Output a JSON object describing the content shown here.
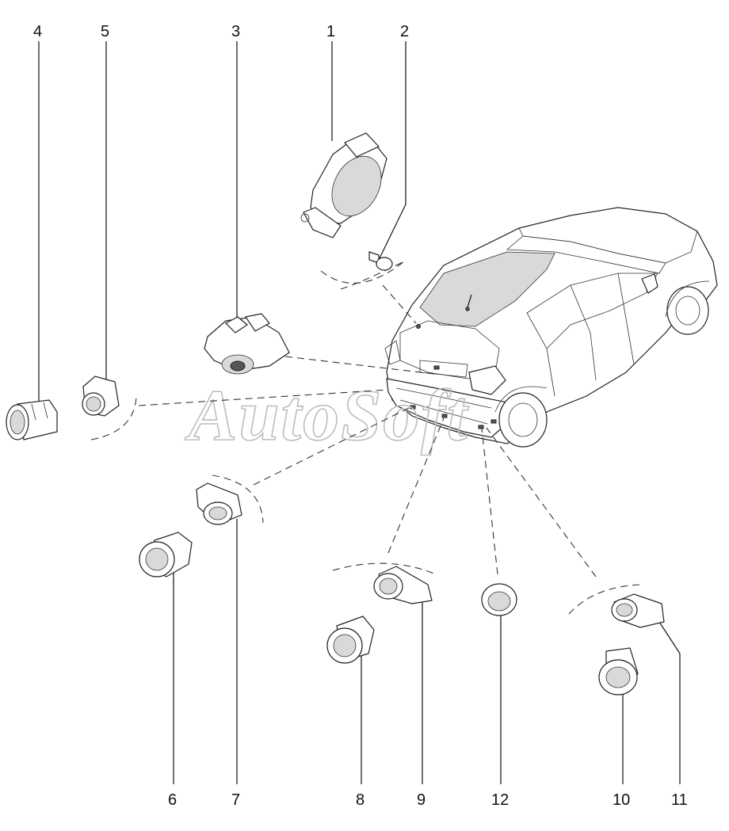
{
  "diagram": {
    "watermark": "AutoSoft",
    "callouts": [
      {
        "id": "c1",
        "label": "1"
      },
      {
        "id": "c2",
        "label": "2"
      },
      {
        "id": "c3",
        "label": "3"
      },
      {
        "id": "c4",
        "label": "4"
      },
      {
        "id": "c5",
        "label": "5"
      },
      {
        "id": "c6",
        "label": "6"
      },
      {
        "id": "c7",
        "label": "7"
      },
      {
        "id": "c8",
        "label": "8"
      },
      {
        "id": "c9",
        "label": "9"
      },
      {
        "id": "c10",
        "label": "10"
      },
      {
        "id": "c11",
        "label": "11"
      },
      {
        "id": "c12",
        "label": "12"
      }
    ]
  }
}
